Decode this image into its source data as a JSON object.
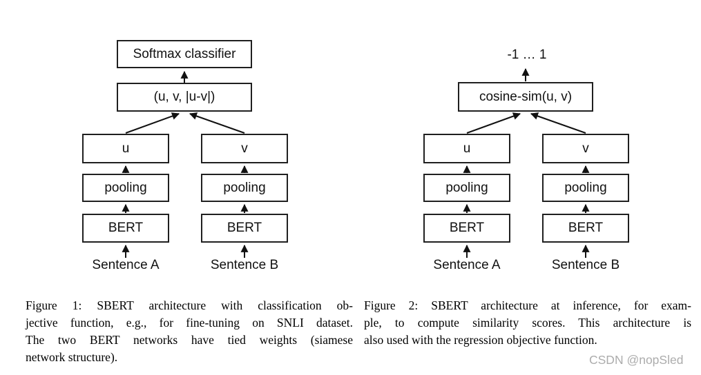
{
  "figure1": {
    "boxes": {
      "softmax": "Softmax classifier",
      "concat": "(u, v, |u-v|)",
      "u": "u",
      "v": "v",
      "pooling_left": "pooling",
      "pooling_right": "pooling",
      "bert_left": "BERT",
      "bert_right": "BERT"
    },
    "inputs": {
      "sentence_a": "Sentence A",
      "sentence_b": "Sentence B"
    },
    "caption_lines": [
      "Figure 1: SBERT architecture with classification ob-",
      "jective function, e.g., for fine-tuning on SNLI dataset.",
      "The two BERT networks have tied weights (siamese",
      "network structure)."
    ]
  },
  "figure2": {
    "output_range": "-1 … 1",
    "boxes": {
      "cosine": "cosine-sim(u, v)",
      "u": "u",
      "v": "v",
      "pooling_left": "pooling",
      "pooling_right": "pooling",
      "bert_left": "BERT",
      "bert_right": "BERT"
    },
    "inputs": {
      "sentence_a": "Sentence A",
      "sentence_b": "Sentence B"
    },
    "caption_lines": [
      "Figure 2: SBERT architecture at inference, for exam-",
      "ple, to compute similarity scores. This architecture is",
      "also used with the regression objective function."
    ]
  },
  "watermark": {
    "text": "CSDN @nopSled"
  },
  "colors": {
    "background": "#ffffff",
    "box_border": "#1f1f1f",
    "diagram_line": "#111111",
    "caption_text": "#000000",
    "watermark": "#acacac"
  }
}
